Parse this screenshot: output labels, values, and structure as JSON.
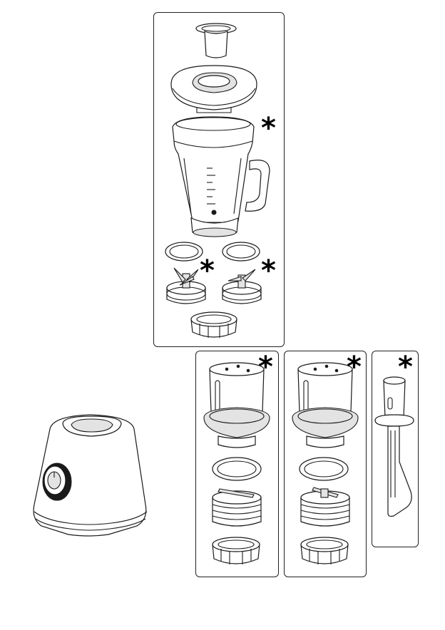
{
  "marker": "*",
  "panels": [
    {
      "id": "jar-set",
      "marker": "*"
    },
    {
      "id": "mill-set-1",
      "marker": "*"
    },
    {
      "id": "mill-set-2",
      "marker": "*"
    },
    {
      "id": "tamper",
      "marker": "*"
    }
  ],
  "jar_markers": [
    "*",
    "*",
    "*"
  ],
  "colors": {
    "line": "#1a1a1a",
    "shade": "#e3e3e3",
    "paper": "#ffffff"
  }
}
